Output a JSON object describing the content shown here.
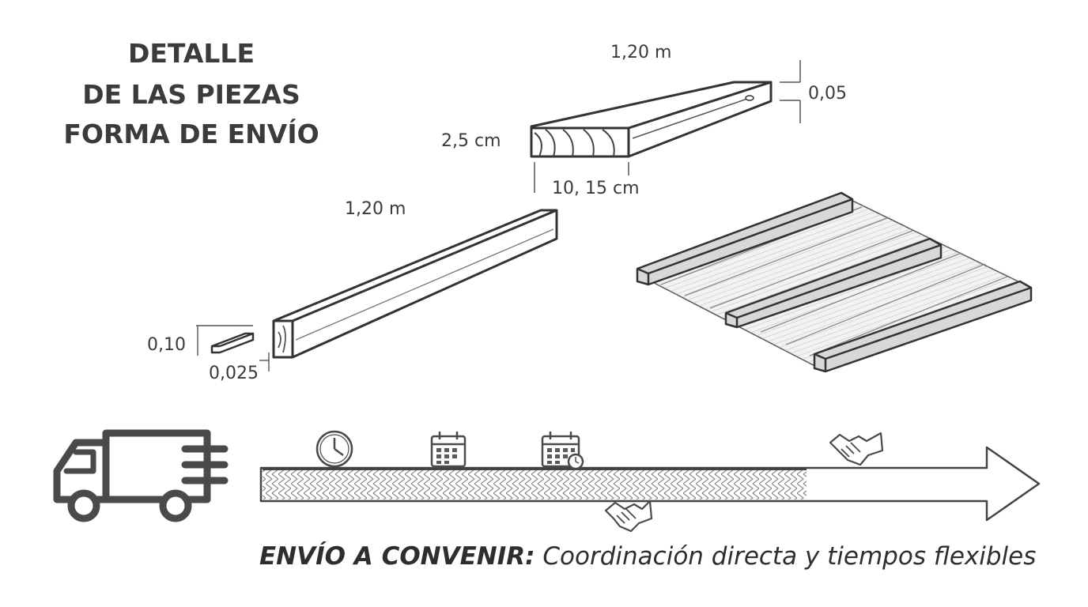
{
  "title": {
    "line1": "DETALLE",
    "line2": "DE LAS PIEZAS",
    "line3": "FORMA DE ENVÍO"
  },
  "plank": {
    "length_label": "1,20 m",
    "thickness_label": "0,05",
    "height_label": "2,5 cm",
    "width_label": "10, 15 cm"
  },
  "beam": {
    "length_label": "1,20 m",
    "height_label": "0,10",
    "width_label": "0,025"
  },
  "footer": {
    "bold_text": "ENVÍO A CONVENIR:",
    "text": " Coordinación directa y tiempos flexibles"
  },
  "icons": [
    "truck-icon",
    "clock-icon",
    "calendar-icon",
    "calendar-clock-icon",
    "handshake-icon"
  ]
}
